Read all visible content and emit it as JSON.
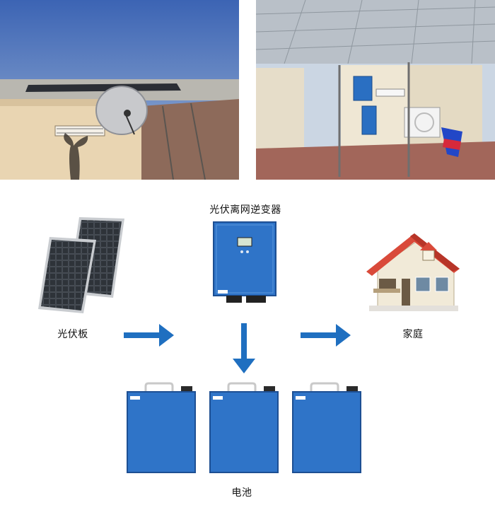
{
  "diagram": {
    "nodes": {
      "inverter": {
        "label": "光伏离网逆变器",
        "icon": "inverter-icon"
      },
      "panel": {
        "label": "光伏板",
        "icon": "solar-panel-icon"
      },
      "home": {
        "label": "家庭",
        "icon": "house-icon"
      },
      "battery": {
        "label": "电池",
        "icon": "battery-icon",
        "count": 3
      }
    },
    "edges": [
      {
        "from": "panel",
        "to": "inverter"
      },
      {
        "from": "inverter",
        "to": "home"
      },
      {
        "from": "inverter",
        "to": "battery"
      }
    ],
    "colors": {
      "arrow": "#1f6fc0",
      "device_blue": "#2f74c8",
      "roof_red": "#d94a3a"
    }
  }
}
